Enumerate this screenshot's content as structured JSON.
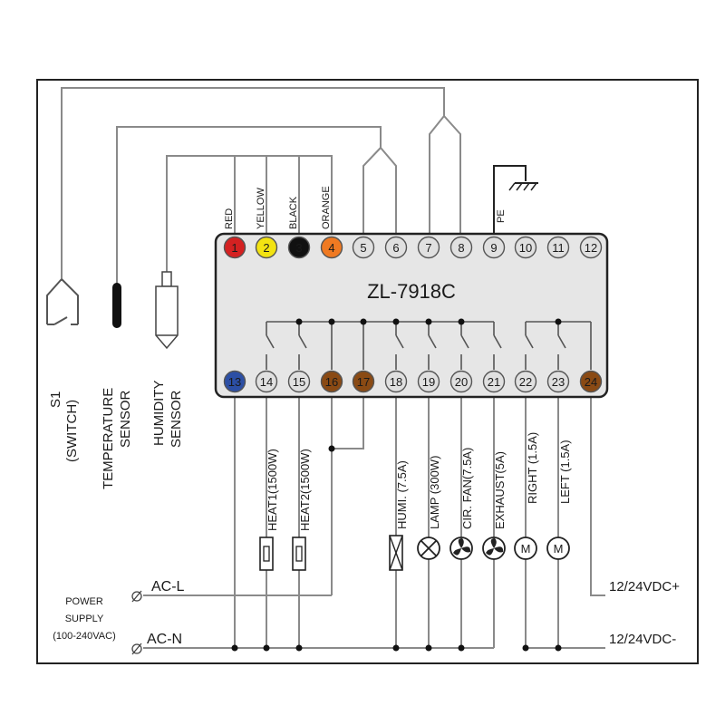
{
  "colors": {
    "panel": "#e6e6e6",
    "terminal_default": "#e0e0e0",
    "red": "#d42121",
    "yellow": "#f3e312",
    "black": "#111111",
    "orange": "#f07a22",
    "blue": "#2c4fa5",
    "brown": "#8a4a14",
    "wire": "#8a8a8a"
  },
  "controller": {
    "model": "ZL-7918C",
    "top_terminals": [
      {
        "num": "1",
        "color": "red"
      },
      {
        "num": "2",
        "color": "yellow"
      },
      {
        "num": "3",
        "color": "black"
      },
      {
        "num": "4",
        "color": "orange"
      },
      {
        "num": "5",
        "color": "default"
      },
      {
        "num": "6",
        "color": "default"
      },
      {
        "num": "7",
        "color": "default"
      },
      {
        "num": "8",
        "color": "default"
      },
      {
        "num": "9",
        "color": "default"
      },
      {
        "num": "10",
        "color": "default"
      },
      {
        "num": "11",
        "color": "default"
      },
      {
        "num": "12",
        "color": "default"
      }
    ],
    "bottom_terminals": [
      {
        "num": "13",
        "color": "blue"
      },
      {
        "num": "14",
        "color": "default"
      },
      {
        "num": "15",
        "color": "default"
      },
      {
        "num": "16",
        "color": "brown"
      },
      {
        "num": "17",
        "color": "brown"
      },
      {
        "num": "18",
        "color": "default"
      },
      {
        "num": "19",
        "color": "default"
      },
      {
        "num": "20",
        "color": "default"
      },
      {
        "num": "21",
        "color": "default"
      },
      {
        "num": "22",
        "color": "default"
      },
      {
        "num": "23",
        "color": "default"
      },
      {
        "num": "24",
        "color": "brown"
      }
    ]
  },
  "wire_colors": {
    "red": "RED",
    "yellow": "YELLOW",
    "black": "BLACK",
    "orange": "ORANGE"
  },
  "pe": "PE",
  "sensors": {
    "switch": {
      "line1": "S1",
      "line2": "(SWITCH)"
    },
    "temperature": {
      "line1": "TEMPERATURE",
      "line2": "SENSOR"
    },
    "humidity": {
      "line1": "HUMIDITY",
      "line2": "SENSOR"
    }
  },
  "loads": [
    {
      "label": "HEAT1(1500W)",
      "icon": "heater-icon"
    },
    {
      "label": "HEAT2(1500W)",
      "icon": "heater-icon"
    },
    {
      "label": "HUMI. (7.5A)",
      "icon": "humidifier-icon"
    },
    {
      "label": "LAMP (300W)",
      "icon": "lamp-icon"
    },
    {
      "label": "CIR. FAN(7.5A)",
      "icon": "fan-icon"
    },
    {
      "label": "EXHAUST(5A)",
      "icon": "fan-icon"
    },
    {
      "label": "RIGHT (1.5A)",
      "icon": "motor-icon",
      "symbol": "M"
    },
    {
      "label": "LEFT (1.5A)",
      "icon": "motor-icon",
      "symbol": "M"
    }
  ],
  "power": {
    "title_line1": "POWER",
    "title_line2": "SUPPLY",
    "title_line3": "(100-240VAC)",
    "ac_l": "AC-L",
    "ac_n": "AC-N",
    "dc_plus": "12/24VDC+",
    "dc_minus": "12/24VDC-"
  }
}
